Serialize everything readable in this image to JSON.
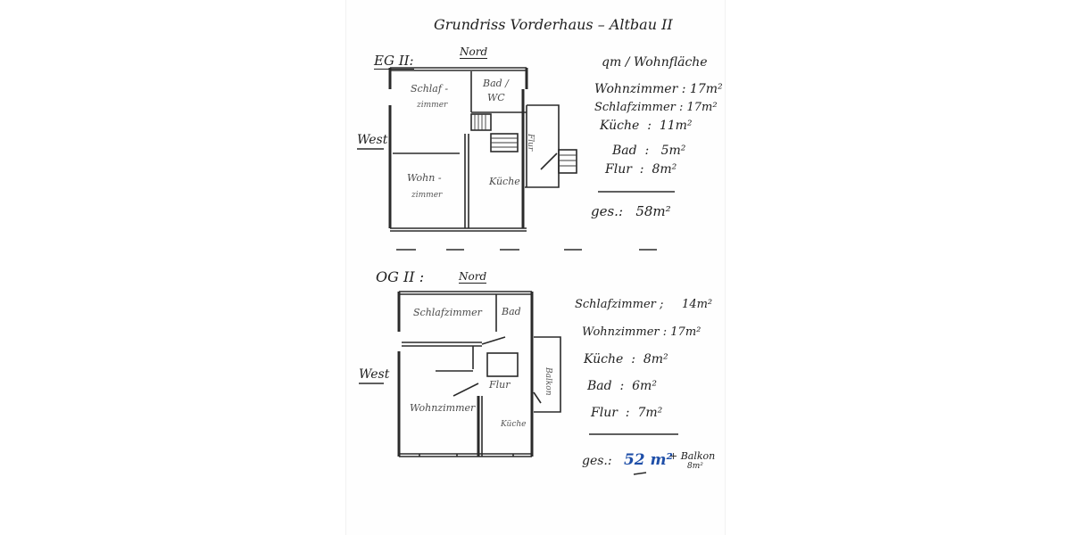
{
  "title": "Grundriss   Vorderhaus  –  Altbau  II",
  "eg": {
    "floor_label": "EG II:",
    "north_label": "Nord",
    "west_label": "West",
    "rooms": {
      "schlafzimmer_a": "Schlaf -",
      "schlafzimmer_b": "zimmer",
      "bad_wc_a": "Bad /",
      "bad_wc_b": "WC",
      "flur": "Flur",
      "wohnzimmer_a": "Wohn -",
      "wohnzimmer_b": "zimmer",
      "kueche": "Küche"
    },
    "areas_heading": "qm / Wohnfläche",
    "areas": [
      {
        "label": "Wohnzimmer",
        "value": "17m²"
      },
      {
        "label": "Schlafzimmer",
        "value": "17m²"
      },
      {
        "label": "Küche",
        "value": "11m²"
      },
      {
        "label": "Bad",
        "value": "5m²"
      },
      {
        "label": "Flur",
        "value": "8m²"
      }
    ],
    "total_label": "ges.:",
    "total_value": "58m²"
  },
  "og": {
    "floor_label": "OG II :",
    "north_label": "Nord",
    "west_label": "West",
    "rooms": {
      "schlafzimmer": "Schlafzimmer",
      "bad": "Bad",
      "flur": "Flur",
      "balkon": "Balkon",
      "wohnzimmer": "Wohnzimmer",
      "kueche": "Küche"
    },
    "areas": [
      {
        "label": "Schlafzimmer",
        "value": "14m²"
      },
      {
        "label": "Wohnzimmer",
        "value": "17m²"
      },
      {
        "label": "Küche",
        "value": "8m²"
      },
      {
        "label": "Bad",
        "value": "6m²"
      },
      {
        "label": "Flur",
        "value": "7m²"
      }
    ],
    "total_label": "ges.:",
    "total_value": "52 m²",
    "extra_a": "+ Balkon",
    "extra_b": "8m²"
  }
}
